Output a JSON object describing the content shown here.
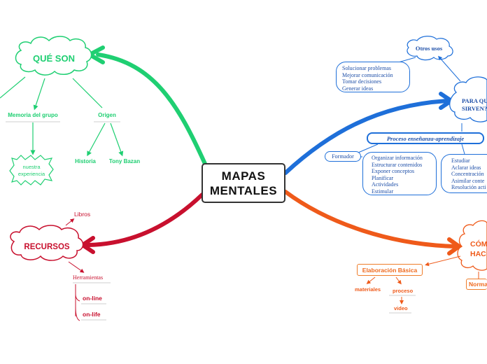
{
  "central": {
    "line1": "MAPAS",
    "line2": "MENTALES"
  },
  "que_son": {
    "title": "QUÉ SON",
    "memoria": "Memoria del grupo",
    "experiencia_line1": "nuestra",
    "experiencia_line2": "experiencia",
    "origen": "Origen",
    "historia": "Historia",
    "tony": "Tony Bazan"
  },
  "recursos": {
    "title": "RECURSOS",
    "libros": "Libros",
    "herramientas": "Herramientas",
    "online": "on-line",
    "offlife": "on-life"
  },
  "para_que": {
    "title_line1": "PARA QU",
    "title_line2": "SIRVEN?",
    "otros_usos": "Otros usos",
    "usos": [
      "Solucionar problemas",
      "Mejorar comunicación",
      "Tomar decisiones",
      "Generar ideas"
    ],
    "proceso": "Proceso enseñanza-aprendizaje",
    "formador": "Formador",
    "formador_items": [
      "Organizar información",
      "Estructurar contenidos",
      "Exponer conceptos",
      "Planificar",
      "Actividades",
      "Estimular"
    ],
    "estudiante_items": [
      "Estudiar",
      "Aclarar ideas",
      "Concentración",
      "Asimilar conte",
      "Resolución acti"
    ]
  },
  "como": {
    "title_line1": "CÓM",
    "title_line2": "HAC",
    "elaboracion": "Elaboración Básica",
    "materiales": "materiales",
    "proceso": "proceso",
    "video": "video",
    "normas": "Norma"
  },
  "colors": {
    "green": "#1fcf72",
    "crimson": "#c8102e",
    "blue": "#1e6fd9",
    "orange": "#ef5a1a"
  }
}
